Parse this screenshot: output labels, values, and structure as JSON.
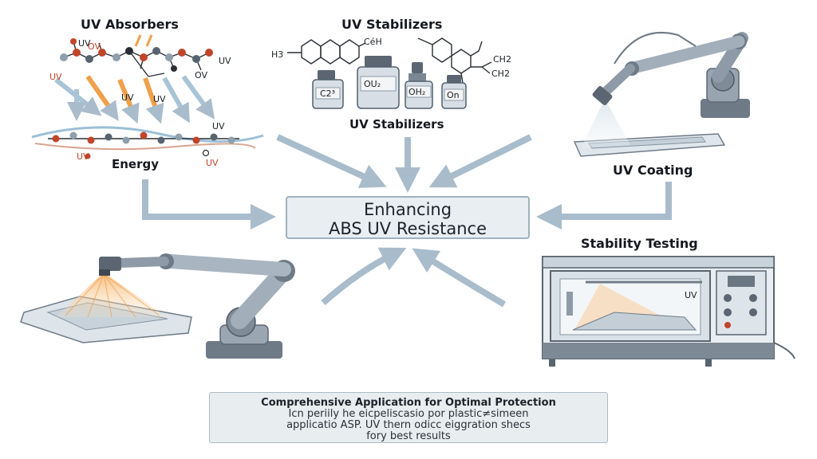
{
  "title": {
    "line1": "Enhancing",
    "line2": "ABS UV Resistance"
  },
  "labels": {
    "uv_absorbers": "UV Absorbers",
    "uv_stabilizers_top": "UV Stabilizers",
    "uv_stabilizers_mid": "UV Stabilizers",
    "energy": "Energy",
    "uv_coating": "UV Coating",
    "stability_testing": "Stability Testing"
  },
  "absorber_marks": {
    "uv_a": "UV",
    "ov_a": "OV",
    "uv_b": "UV",
    "uv_c": "UV",
    "ov_b": "OV",
    "uv_d": "UV",
    "uv_e": "UV",
    "uv_f": "UV",
    "uv_g": "UV",
    "uv_h": "UV"
  },
  "molecule_marks": {
    "h3_left": "H3",
    "ch3": "CéH",
    "ch2a": "CH2",
    "ch2b": "CH2"
  },
  "bottles": [
    "C2³",
    "OU₂",
    "OH₂",
    "On"
  ],
  "chamber_label": "UV",
  "footer": {
    "title": "Comprehensive Application for Optimal Protection",
    "line1": "Icn periily he eicpeliscasio por plastic≠simeen",
    "line2": "applicatio ASP. UV thern odicc eiggration shecs",
    "line3": "fory best results"
  },
  "colors": {
    "arrow": "#a9bccb",
    "machine": "#8e9aa7",
    "accent_red": "#c0452a",
    "beam": "#f2a24a"
  }
}
